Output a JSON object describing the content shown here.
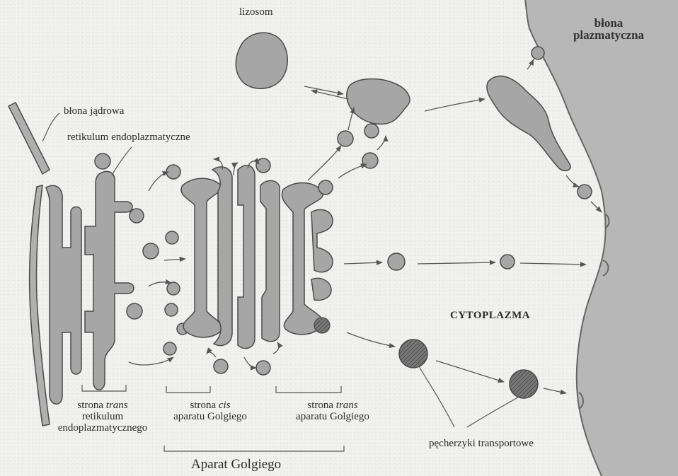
{
  "labels": {
    "lysosome": "lizosom",
    "plasma_membrane_line1": "błona",
    "plasma_membrane_line2": "plazmatyczna",
    "nuclear_membrane": "błona jądrowa",
    "er": "retikulum endoplazmatyczne",
    "cytoplasm": "CYTOPLAZMA",
    "er_trans_line1_a": "strona",
    "er_trans_line1_b": "trans",
    "er_trans_line2": "retikulum",
    "er_trans_line3": "endoplazmatycznego",
    "golgi_cis_line1_a": "strona",
    "golgi_cis_line1_b": "cis",
    "golgi_cis_line2": "aparatu Golgiego",
    "golgi_trans_line1_a": "strona",
    "golgi_trans_line1_b": "trans",
    "golgi_trans_line2": "aparatu Golgiego",
    "transport_vesicles": "pęcherzyki transportowe",
    "golgi_apparatus": "Aparat Golgiego"
  },
  "colors": {
    "organelle_fill": "#a6a6a6",
    "organelle_stroke": "#4a4a4a",
    "outside_cell": "#b9b9b9",
    "dense_vesicle": "#6f6f6f",
    "text": "#2a2a2a"
  }
}
